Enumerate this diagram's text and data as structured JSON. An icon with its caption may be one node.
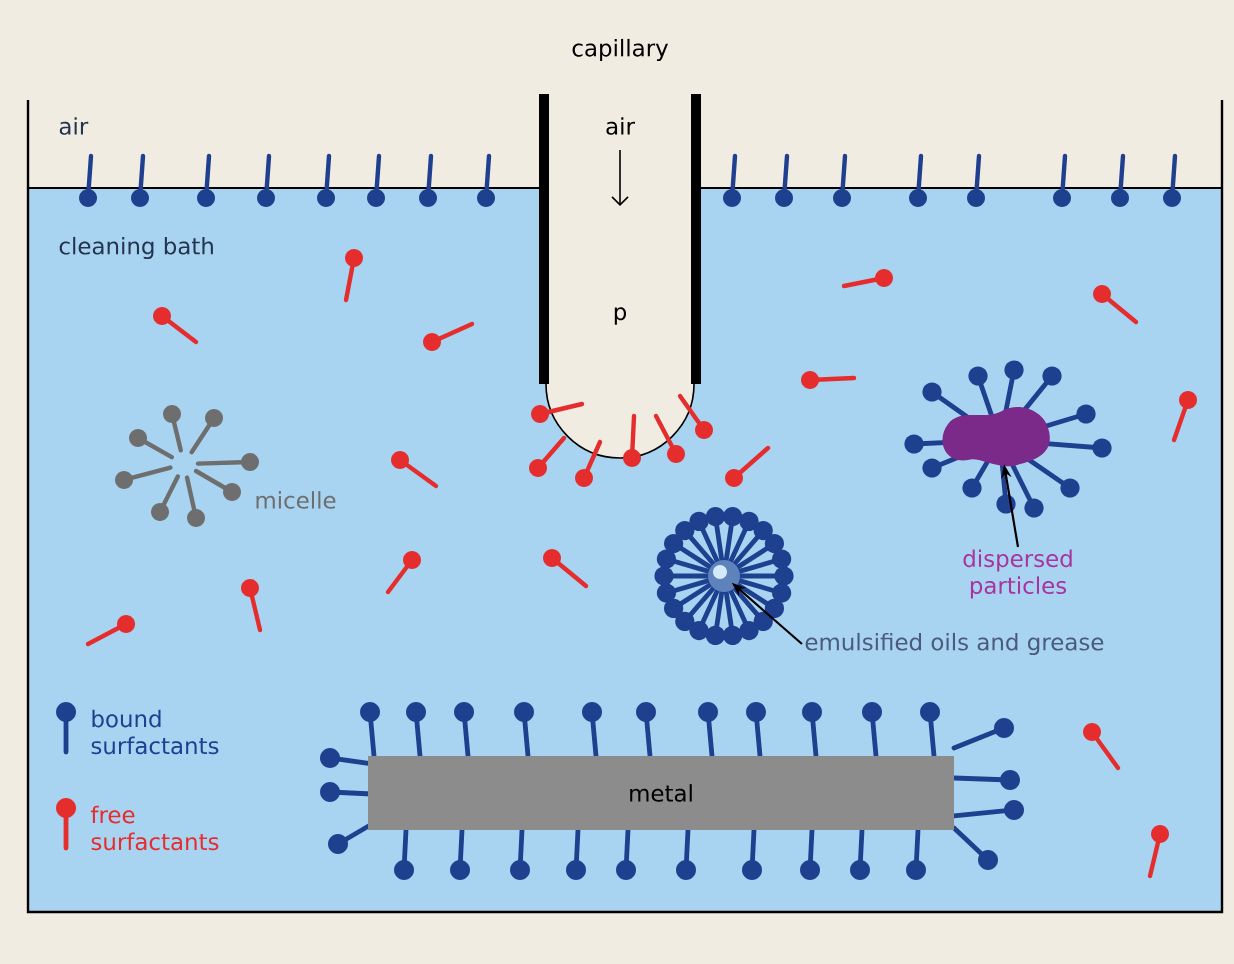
{
  "diagram": {
    "nodes": [
      {
        "text": [
          "capillary",
          "air",
          "p"
        ]
      },
      {
        "text": [
          "metal"
        ]
      },
      {
        "text": [],
        "shape": "circle"
      },
      {
        "text": [
          "emulsified oils and grease"
        ]
      },
      {
        "text": [],
        "shape": "blob"
      },
      {
        "text": [
          "dispersed particles"
        ]
      }
    ],
    "edges": [
      {
        "from": 3,
        "to": 2,
        "arrow": "to"
      },
      {
        "from": 5,
        "to": 4,
        "arrow": "to"
      }
    ],
    "labels": [
      "air",
      "cleaning bath",
      "micelle"
    ],
    "legend": [
      {
        "text": "bound surfactants"
      },
      {
        "text": "free surfactants"
      }
    ]
  }
}
